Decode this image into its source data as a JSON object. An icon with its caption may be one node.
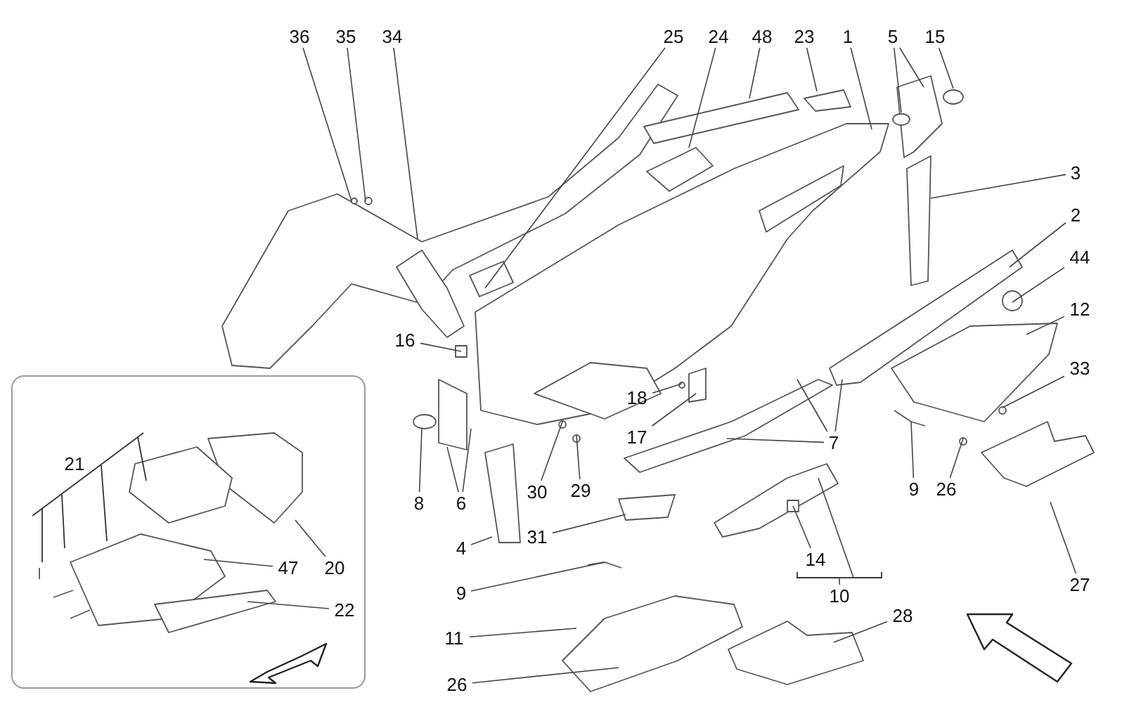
{
  "diagram": {
    "nodes": [
      {
        "text": [],
        "shape": "box"
      },
      {
        "text": [
          "36"
        ]
      },
      {
        "text": [
          "35"
        ]
      },
      {
        "text": [
          "34"
        ]
      },
      {
        "text": [
          "25"
        ]
      },
      {
        "text": [
          "24"
        ]
      },
      {
        "text": [
          "48"
        ]
      },
      {
        "text": [
          "23"
        ]
      },
      {
        "text": [
          "1"
        ]
      },
      {
        "text": [
          "5"
        ]
      },
      {
        "text": [
          "15"
        ]
      },
      {
        "text": [
          "3"
        ]
      },
      {
        "text": [
          "2"
        ]
      },
      {
        "text": [
          "44"
        ]
      },
      {
        "text": [
          "12"
        ]
      },
      {
        "text": [
          "16"
        ]
      },
      {
        "text": [
          "33"
        ]
      },
      {
        "text": [
          "18"
        ]
      },
      {
        "text": [
          "17"
        ]
      },
      {
        "text": [
          "7"
        ]
      },
      {
        "text": [
          "21"
        ],
        "in": 0
      },
      {
        "text": [
          "8"
        ]
      },
      {
        "text": [
          "6"
        ]
      },
      {
        "text": [
          "30"
        ]
      },
      {
        "text": [
          "29"
        ]
      },
      {
        "text": [
          "9"
        ]
      },
      {
        "text": [
          "26"
        ]
      },
      {
        "text": [
          "31"
        ]
      },
      {
        "text": [
          "4"
        ]
      },
      {
        "text": [
          "47"
        ],
        "in": 0
      },
      {
        "text": [
          "20"
        ],
        "in": 0
      },
      {
        "text": [
          "14"
        ]
      },
      {
        "text": [
          "9"
        ]
      },
      {
        "text": [
          "27"
        ]
      },
      {
        "text": [
          "10"
        ]
      },
      {
        "text": [
          "22"
        ],
        "in": 0
      },
      {
        "text": [
          "28"
        ]
      },
      {
        "text": [
          "11"
        ]
      },
      {
        "text": [
          "26"
        ]
      }
    ],
    "edges": [
      {
        "from": 1,
        "to": null,
        "arrow": "none"
      },
      {
        "from": 2,
        "to": null,
        "arrow": "none"
      },
      {
        "from": 3,
        "to": null,
        "arrow": "none"
      },
      {
        "from": 4,
        "to": null,
        "arrow": "none"
      },
      {
        "from": 5,
        "to": null,
        "arrow": "none"
      },
      {
        "from": 6,
        "to": null,
        "arrow": "none"
      },
      {
        "from": 7,
        "to": null,
        "arrow": "none"
      },
      {
        "from": 8,
        "to": null,
        "arrow": "none"
      },
      {
        "from": 9,
        "to": null,
        "arrow": "none"
      },
      {
        "from": 9,
        "to": null,
        "arrow": "none"
      },
      {
        "from": 10,
        "to": null,
        "arrow": "none"
      },
      {
        "from": 11,
        "to": null,
        "arrow": "none"
      },
      {
        "from": 12,
        "to": null,
        "arrow": "none"
      },
      {
        "from": 13,
        "to": null,
        "arrow": "none"
      },
      {
        "from": 14,
        "to": null,
        "arrow": "none"
      },
      {
        "from": 15,
        "to": null,
        "arrow": "none"
      },
      {
        "from": 16,
        "to": null,
        "arrow": "none"
      },
      {
        "from": 17,
        "to": null,
        "arrow": "none"
      },
      {
        "from": 18,
        "to": null,
        "arrow": "none"
      },
      {
        "from": 19,
        "to": null,
        "arrow": "none"
      },
      {
        "from": 19,
        "to": null,
        "arrow": "none"
      },
      {
        "from": 19,
        "to": null,
        "arrow": "none"
      },
      {
        "from": 21,
        "to": null,
        "arrow": "none"
      },
      {
        "from": 22,
        "to": null,
        "arrow": "none"
      },
      {
        "from": 22,
        "to": null,
        "arrow": "none"
      },
      {
        "from": 23,
        "to": null,
        "arrow": "none"
      },
      {
        "from": 24,
        "to": null,
        "arrow": "none"
      },
      {
        "from": 25,
        "to": null,
        "arrow": "none"
      },
      {
        "from": 26,
        "to": null,
        "arrow": "none"
      },
      {
        "from": 27,
        "to": null,
        "arrow": "none"
      },
      {
        "from": 28,
        "to": null,
        "arrow": "none"
      },
      {
        "from": 29,
        "to": null,
        "arrow": "none"
      },
      {
        "from": 30,
        "to": null,
        "arrow": "none"
      },
      {
        "from": 31,
        "to": null,
        "arrow": "none"
      },
      {
        "from": 32,
        "to": null,
        "arrow": "none"
      },
      {
        "from": 33,
        "to": null,
        "arrow": "none"
      },
      {
        "from": 34,
        "to": null,
        "arrow": "none"
      },
      {
        "from": 35,
        "to": null,
        "arrow": "none"
      },
      {
        "from": 36,
        "to": null,
        "arrow": "none"
      },
      {
        "from": 37,
        "to": null,
        "arrow": "none"
      },
      {
        "from": 38,
        "to": null,
        "arrow": "none"
      }
    ]
  }
}
